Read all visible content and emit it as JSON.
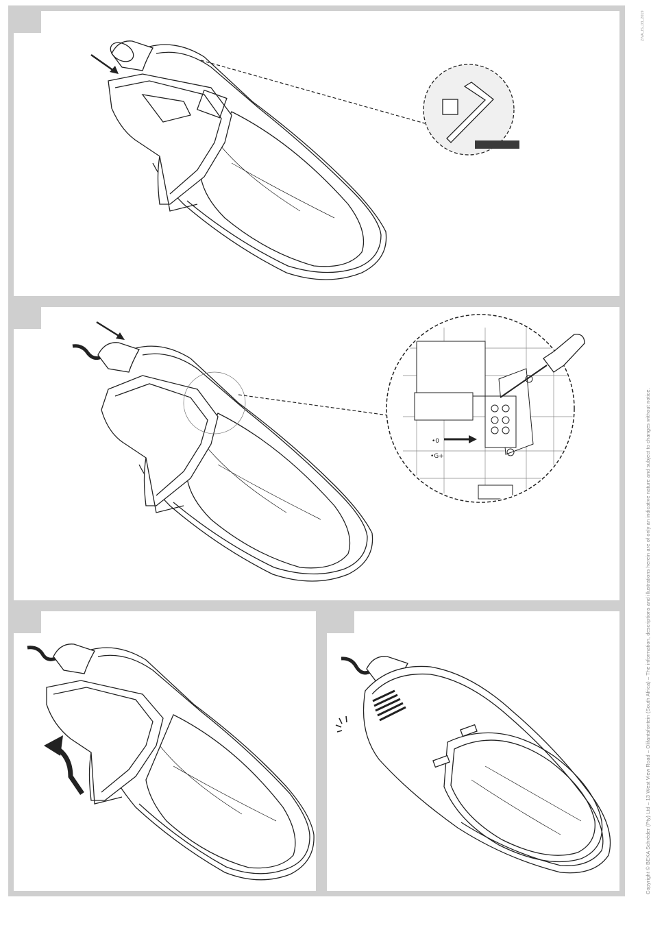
{
  "document": {
    "doc_code": "ZIVA_IS_03_2019",
    "copyright": "Copyright © BEKA Schréder (Pty) Ltd – 13 West View Road – Olifantsfontein (South Africa) – The information, descriptions and illustrations herein are of only an indicative nature and subject to changes without notice."
  },
  "steps": [
    {
      "label": "",
      "illustration": "insert-pole-with-hex-key"
    },
    {
      "label": "",
      "illustration": "connect-cable-to-terminal-block"
    },
    {
      "label": "",
      "illustration": "close-lower-housing"
    },
    {
      "label": "",
      "illustration": "latch-click-closed"
    }
  ]
}
